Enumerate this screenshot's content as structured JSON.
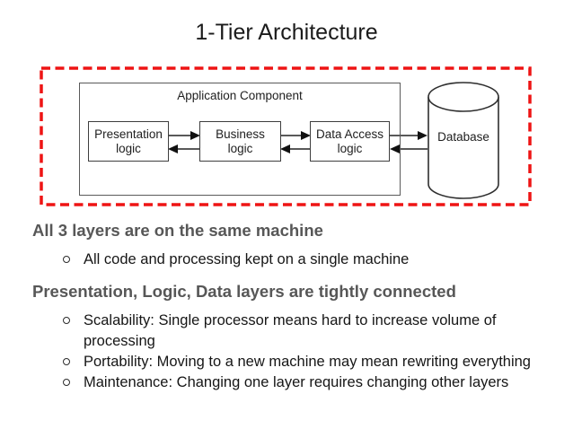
{
  "title": "1-Tier Architecture",
  "diagram": {
    "application_component_label": "Application Component",
    "components": [
      {
        "lines": [
          "Presentation",
          "logic"
        ]
      },
      {
        "lines": [
          "Business",
          "logic"
        ]
      },
      {
        "lines": [
          "Data Access",
          "logic"
        ]
      }
    ],
    "database_label": "Database"
  },
  "sections": [
    {
      "heading": "All 3 layers are on the same machine",
      "bullets": [
        "All code and processing kept on a single machine"
      ]
    },
    {
      "heading": "Presentation, Logic, Data layers are tightly connected",
      "bullets": [
        "Scalability: Single processor means hard to increase volume of processing",
        "Portability: Moving to a new machine may mean rewriting everything",
        "Maintenance: Changing one layer requires changing other layers"
      ]
    }
  ],
  "colors": {
    "dashed_border": "#ee1414",
    "heading_text": "#575757",
    "body_text": "#161616",
    "diagram_lines": "#222222"
  }
}
